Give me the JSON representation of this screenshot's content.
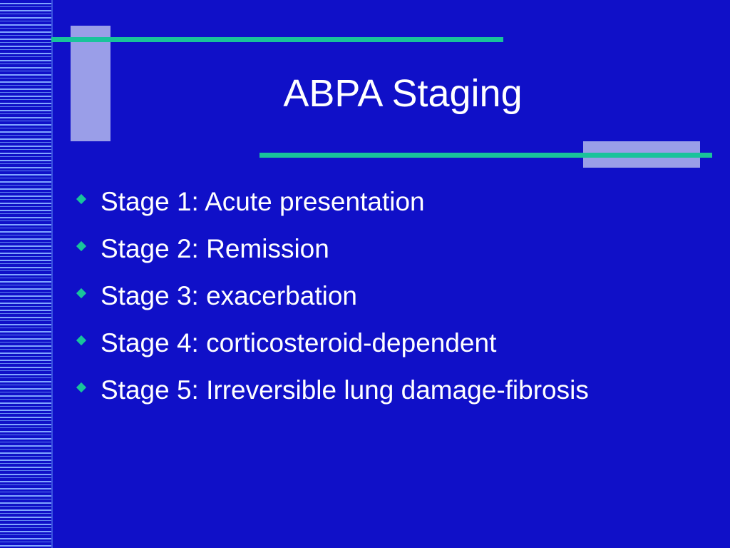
{
  "slide": {
    "title": "ABPA Staging",
    "bullets": [
      {
        "label": "Stage 1: Acute presentation"
      },
      {
        "label": "Stage 2: Remission"
      },
      {
        "label": "Stage 3: exacerbation"
      },
      {
        "label": "Stage 4: corticosteroid-dependent"
      },
      {
        "label": "Stage 5: Irreversible lung damage-fibrosis"
      }
    ]
  },
  "colors": {
    "background": "#1010c8",
    "accent_line": "#19c39b",
    "accent_block": "#9a9ee8",
    "text": "#ffffff"
  },
  "icons": {
    "bullet": "diamond-bullet-icon"
  }
}
